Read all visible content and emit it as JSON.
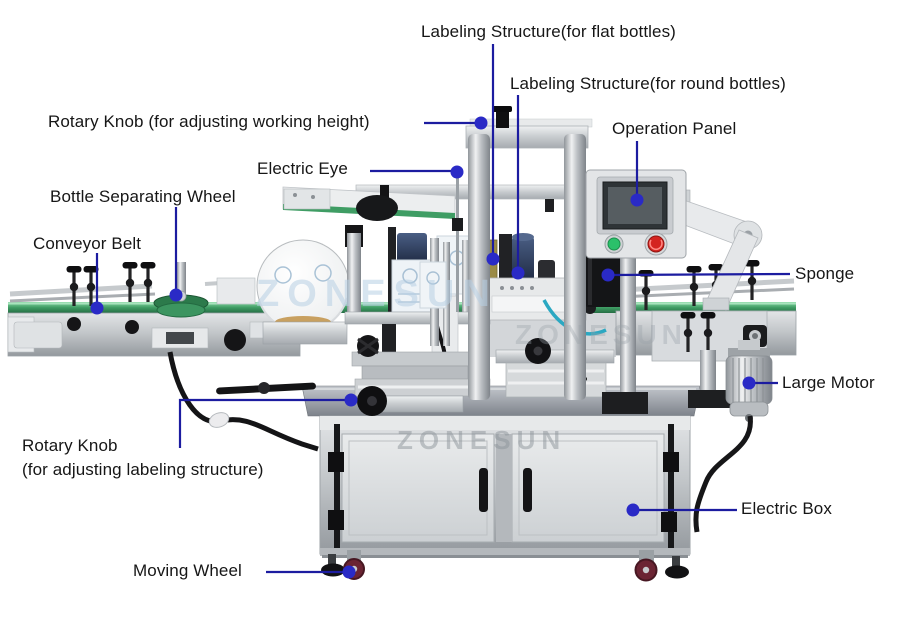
{
  "diagram": {
    "subject": "bottle labeling machine annotated diagram",
    "watermark": "ZONESUN",
    "colors": {
      "background": "#ffffff",
      "leader_line": "#1c1ca0",
      "leader_dot": "#2a2ac6",
      "label_text": "#161616",
      "belt_green": "#3f9d64",
      "machine_silver": "#c9cdd1",
      "start_button_green": "#2bc06a",
      "stop_button_red": "#d42420",
      "wheel_maroon": "#6b2433"
    },
    "annotations": [
      {
        "id": "flat-bottles",
        "text": "Labeling Structure(for flat bottles)"
      },
      {
        "id": "round-bottles",
        "text": "Labeling Structure(for round bottles)"
      },
      {
        "id": "working-height-knob",
        "text": "Rotary Knob (for adjusting working height)"
      },
      {
        "id": "operation-panel",
        "text": "Operation Panel"
      },
      {
        "id": "electric-eye",
        "text": "Electric Eye"
      },
      {
        "id": "separating-wheel",
        "text": "Bottle Separating Wheel"
      },
      {
        "id": "conveyor-belt",
        "text": "Conveyor Belt"
      },
      {
        "id": "sponge",
        "text": "Sponge"
      },
      {
        "id": "large-motor",
        "text": "Large Motor"
      },
      {
        "id": "labeling-knob",
        "text": "Rotary Knob\n(for adjusting labeling structure)"
      },
      {
        "id": "electric-box",
        "text": "Electric Box"
      },
      {
        "id": "moving-wheel",
        "text": "Moving Wheel"
      }
    ]
  }
}
